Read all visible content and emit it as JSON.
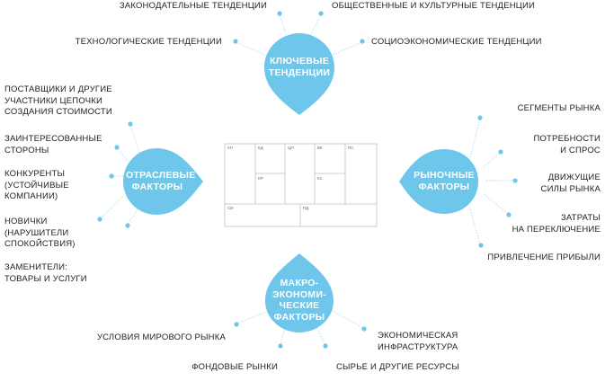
{
  "accent_color": "#6ec6ea",
  "connector_color": "#a9dcf1",
  "canvas_line_color": "#b9c3c9",
  "top_group": {
    "title": "КЛЮЧЕВЫЕ\nТЕНДЕНЦИИ",
    "items": [
      "ЗАКОНОДАТЕЛЬНЫЕ ТЕНДЕНЦИИ",
      "ОБЩЕСТВЕННЫЕ И КУЛЬТУРНЫЕ ТЕНДЕНЦИИ",
      "ТЕХНОЛОГИЧЕСКИЕ ТЕНДЕНЦИИ",
      "СОЦИОЭКОНОМИЧЕСКИЕ ТЕНДЕНЦИИ"
    ]
  },
  "left_group": {
    "title": "ОТРАСЛЕВЫЕ\nФАКТОРЫ",
    "items": [
      "ПОСТАВЩИКИ И ДРУГИЕ\nУЧАСТНИКИ ЦЕПОЧКИ\nСОЗДАНИЯ СТОИМОСТИ",
      "ЗАИНТЕРЕСОВАННЫЕ\nСТОРОНЫ",
      "КОНКУРЕНТЫ\n(УСТОЙЧИВЫЕ\nКОМПАНИИ)",
      "НОВИЧКИ\n(НАРУШИТЕЛИ\nСПОКОЙСТВИЯ)",
      "ЗАМЕНИТЕЛИ:\nТОВАРЫ И УСЛУГИ"
    ]
  },
  "right_group": {
    "title": "РЫНОЧНЫЕ\nФАКТОРЫ",
    "items": [
      "СЕГМЕНТЫ РЫНКА",
      "ПОТРЕБНОСТИ\nИ СПРОС",
      "ДВИЖУЩИЕ\nСИЛЫ РЫНКА",
      "ЗАТРАТЫ\nНА ПЕРЕКЛЮЧЕНИЕ",
      "ПРИВЛЕЧЕНИЕ ПРИБЫЛИ"
    ]
  },
  "bottom_group": {
    "title": "МАКРО-\nЭКОНОМИ-\nЧЕСКИЕ\nФАКТОРЫ",
    "items": [
      "УСЛОВИЯ МИРОВОГО РЫНКА",
      "ЭКОНОМИЧЕСКАЯ\nИНФРАСТРУКТУРА",
      "ФОНДОВЫЕ РЫНКИ",
      "СЫРЬЕ И ДРУГИЕ РЕСУРСЫ"
    ]
  },
  "canvas_cells": [
    "КП",
    "КД",
    "ЦП",
    "ВК",
    "ПС",
    "КР",
    "КС",
    "СИ",
    "ПД"
  ]
}
